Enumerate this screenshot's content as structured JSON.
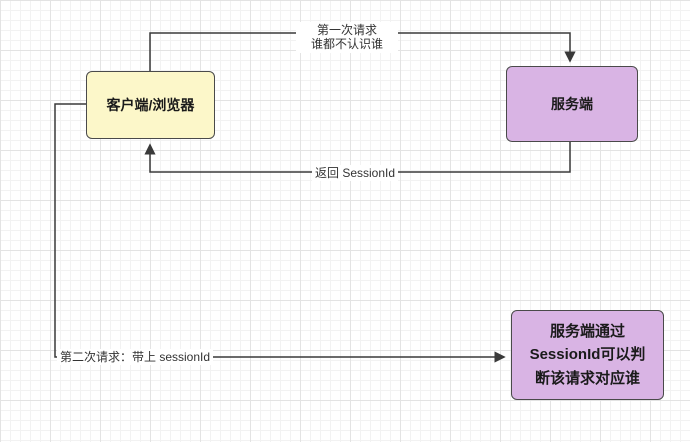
{
  "nodes": {
    "client": {
      "label": "客户端/浏览器"
    },
    "server": {
      "label": "服务端"
    },
    "note": {
      "label": "服务端通过\nSessionId可以判\n断该请求对应谁"
    }
  },
  "edges": {
    "first_request": {
      "label_line1": "第一次请求",
      "label_line2": "谁都不认识谁"
    },
    "return_sessionid": {
      "label": "返回 SessionId"
    },
    "second_request": {
      "label": "第二次请求：带上 sessionId"
    }
  },
  "colors": {
    "client_fill": "#fcf7c9",
    "server_fill": "#d9b4e4",
    "arrow": "#3a3a3a",
    "grid_major": "#e3e3e3",
    "grid_minor": "#f2f2f2"
  }
}
